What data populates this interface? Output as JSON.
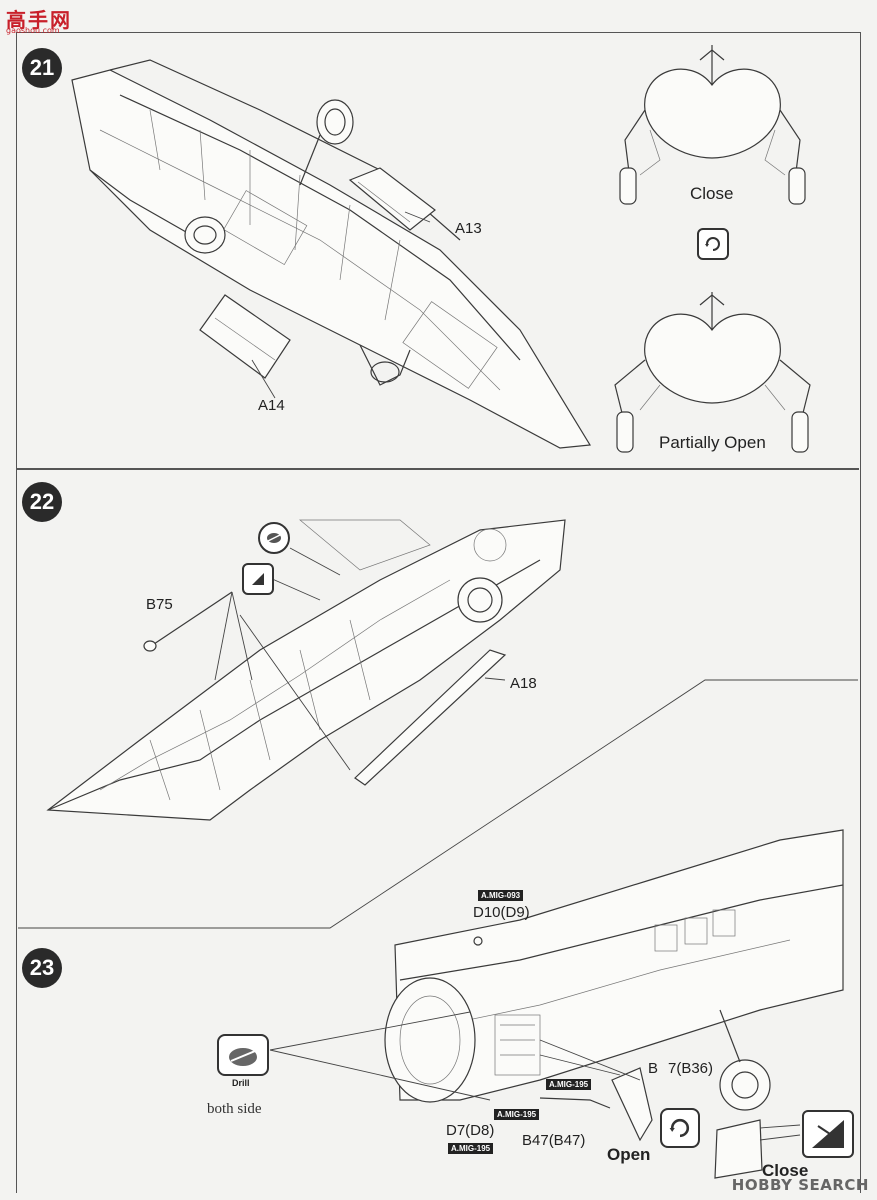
{
  "site_logo": {
    "text": "高手网",
    "url": "gaoshou.com"
  },
  "steps": [
    {
      "number": "21"
    },
    {
      "number": "22"
    },
    {
      "number": "23"
    }
  ],
  "step21": {
    "parts": {
      "a13": "A13",
      "a14": "A14"
    },
    "states": {
      "close": "Close",
      "partially_open": "Partially Open"
    },
    "icons": {
      "rotate": "rotate-view-icon"
    }
  },
  "step22": {
    "parts": {
      "b75": "B75",
      "a18": "A18"
    },
    "icons": {
      "detail_a": "detail-view-icon",
      "detail_b": "angle-view-icon"
    }
  },
  "step23": {
    "paint_tags": {
      "mig093": "A.MIG-093",
      "mig195_a": "A.MIG-195",
      "mig195_b": "A.MIG-195",
      "mig195_c": "A.MIG-195"
    },
    "parts": {
      "d10": "D10(D9)",
      "b": "B",
      "b7": "7(B36)",
      "d7": "D7(D8)",
      "b47": "B47(B47)"
    },
    "notes": {
      "drill": "Drill",
      "both_side": "both side"
    },
    "states": {
      "open": "Open",
      "close": "Close"
    },
    "icons": {
      "drill": "drill-icon",
      "rotate": "rotate-view-icon",
      "angle": "angle-view-icon"
    }
  },
  "watermark": "HOBBY SEARCH"
}
